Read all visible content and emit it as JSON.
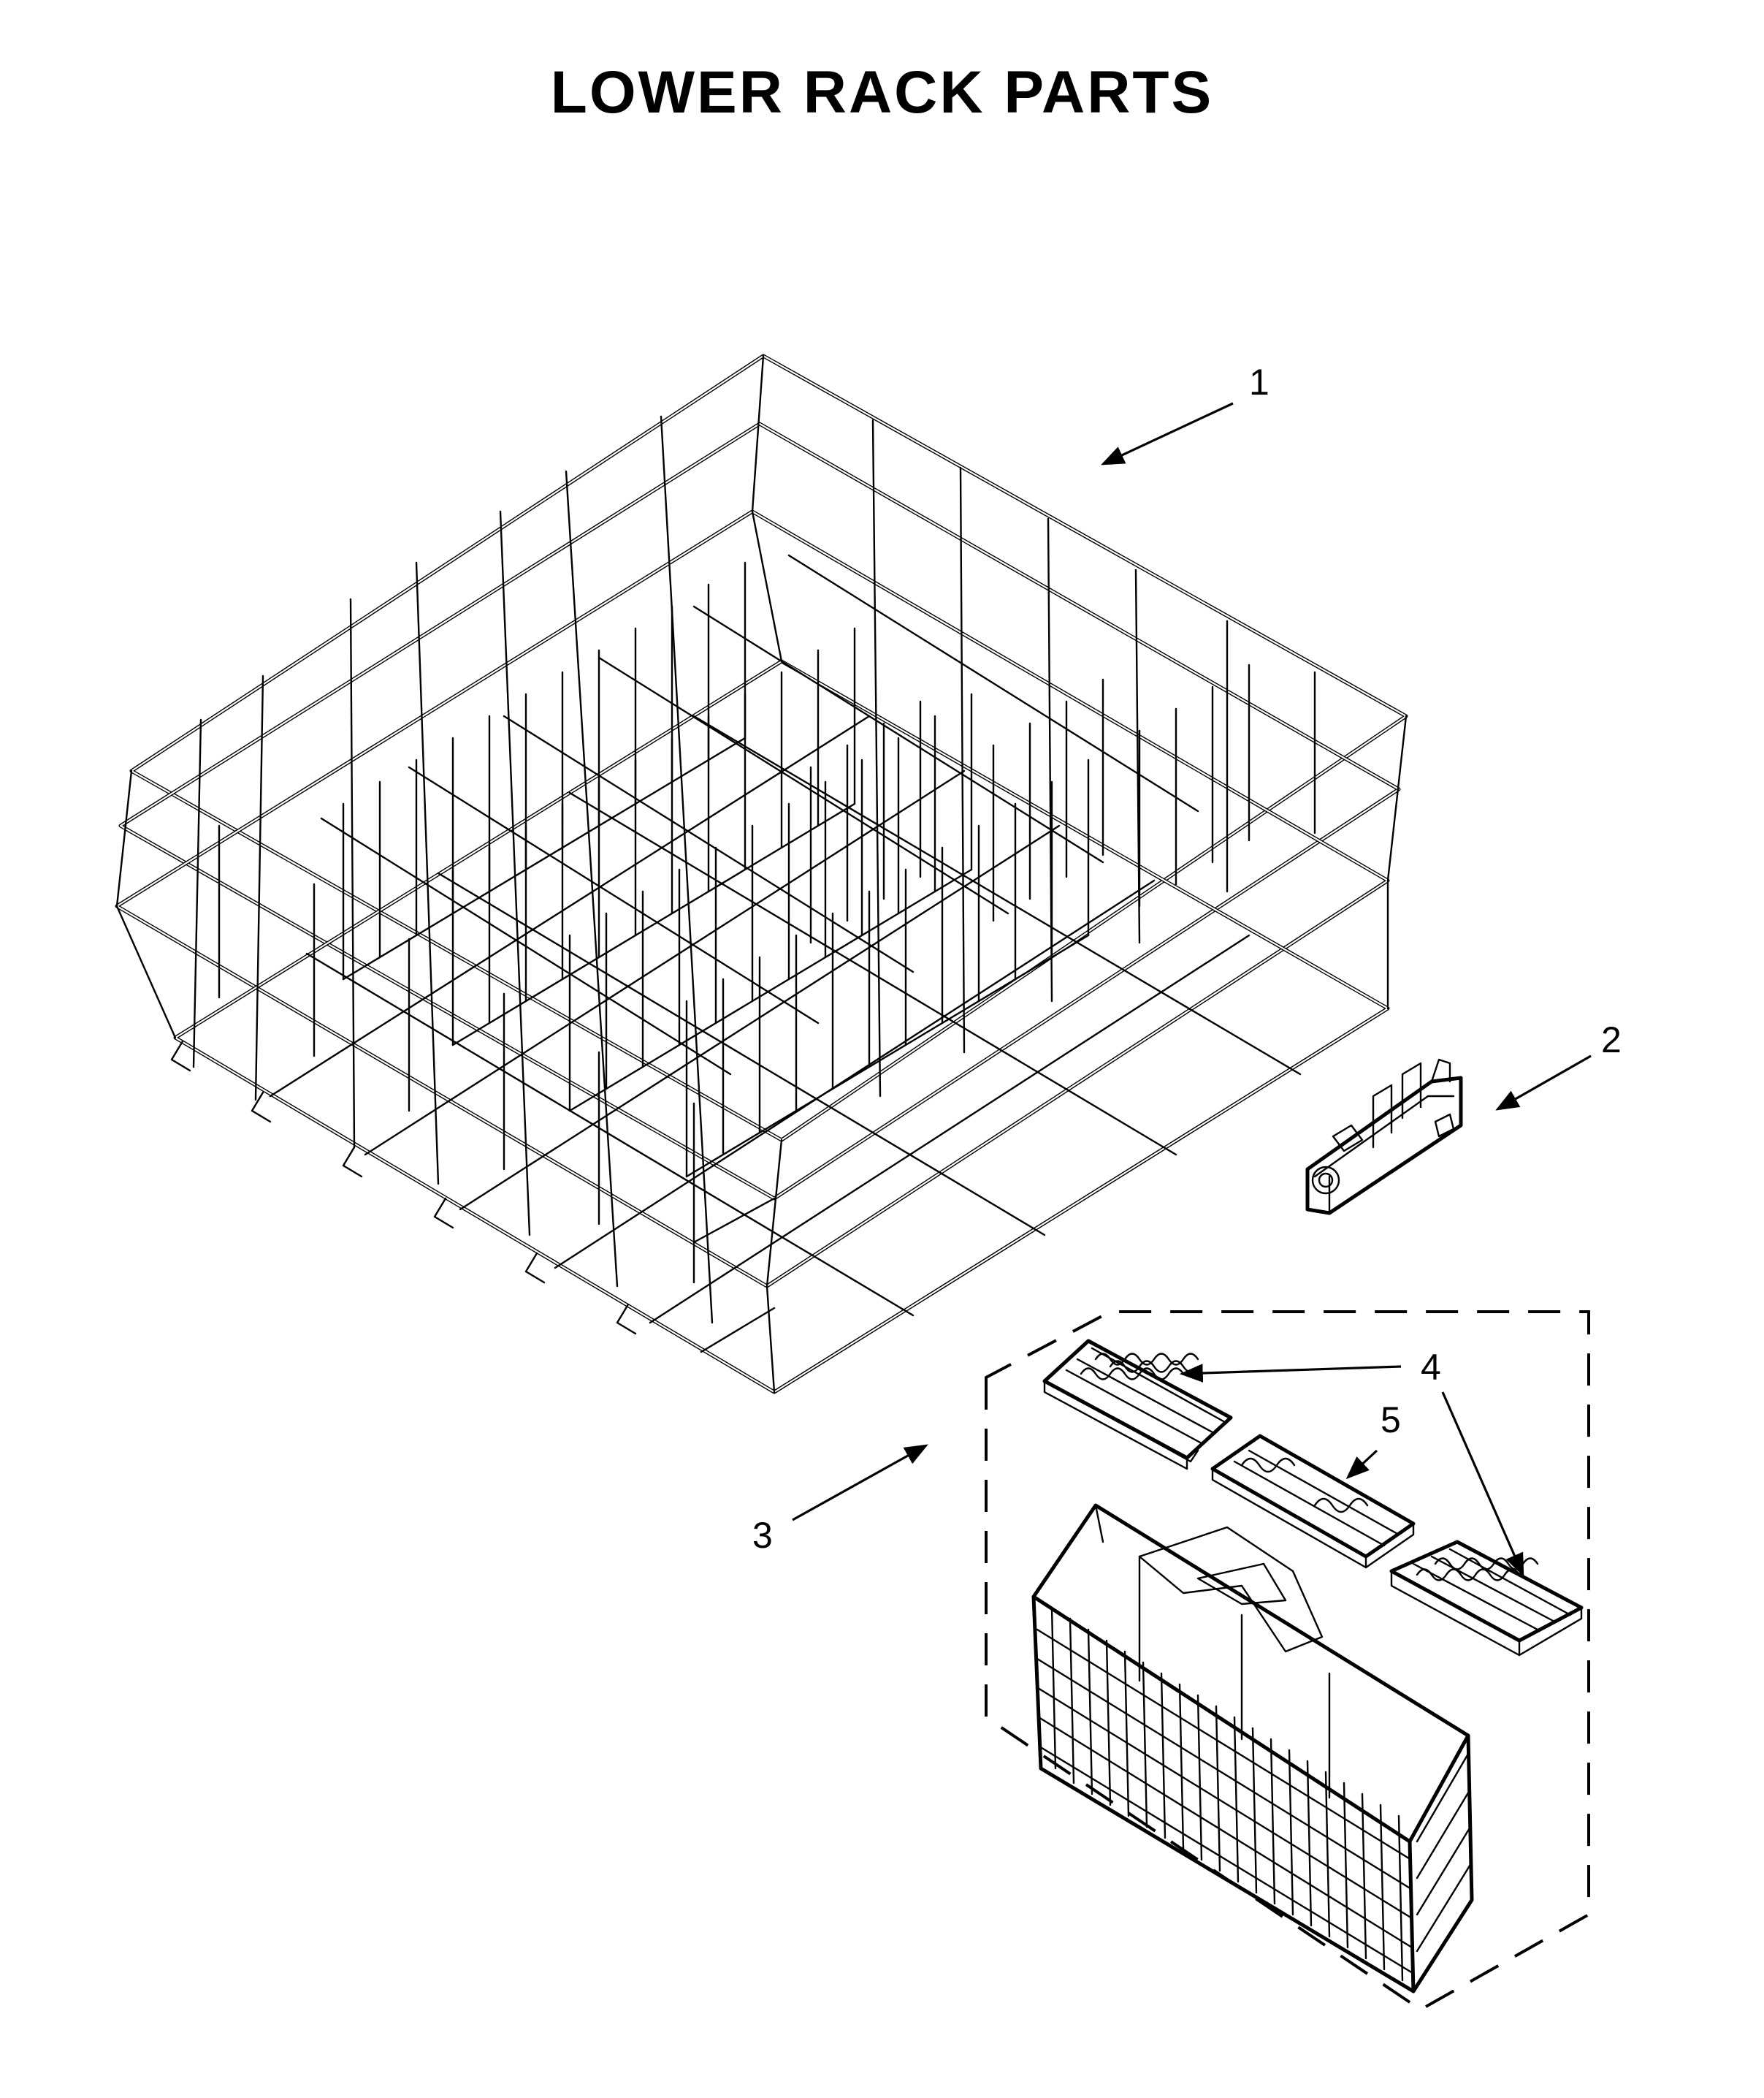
{
  "title": "LOWER RACK PARTS",
  "callouts": [
    "1",
    "2",
    "3",
    "4",
    "5"
  ]
}
